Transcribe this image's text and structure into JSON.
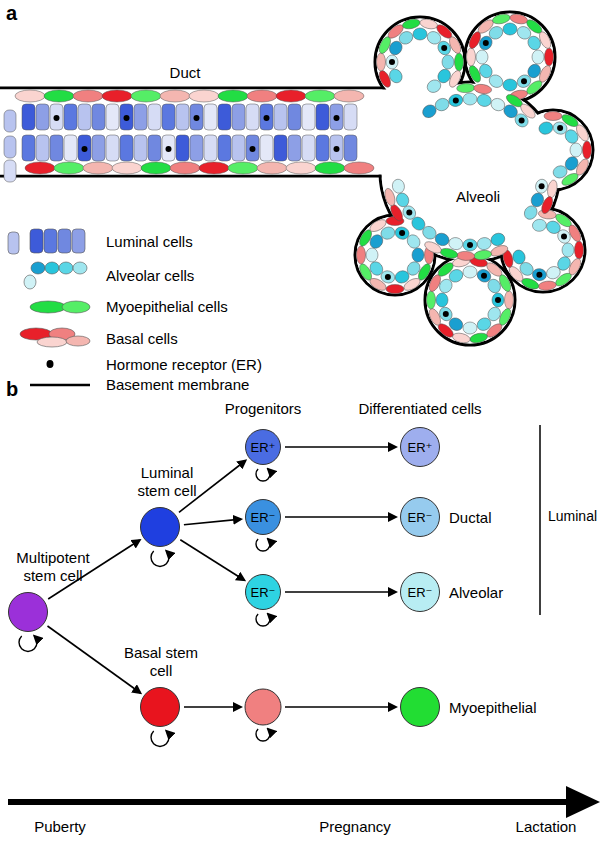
{
  "diagram": {
    "nodes": [
      {
        "text": [
          "Multipotent stem cell"
        ]
      },
      {
        "text": [
          "Luminal stem cell"
        ]
      },
      {
        "text": [
          "Basal stem cell"
        ]
      },
      {
        "text": [
          "ER⁺"
        ]
      },
      {
        "text": [
          "ER⁻"
        ]
      },
      {
        "text": [
          "ER⁻"
        ]
      },
      {
        "text": [
          "ER⁺"
        ]
      },
      {
        "text": [
          "ER⁻",
          "Ductal"
        ]
      },
      {
        "text": [
          "ER⁻",
          "Alveolar"
        ]
      },
      {
        "text": [
          "Myoepithelial"
        ]
      }
    ],
    "edges": [
      {
        "from": 0,
        "to": 1,
        "arrow": "to"
      },
      {
        "from": 0,
        "to": 2,
        "arrow": "to"
      },
      {
        "from": 1,
        "to": 3,
        "arrow": "to"
      },
      {
        "from": 1,
        "to": 4,
        "arrow": "to"
      },
      {
        "from": 1,
        "to": 5,
        "arrow": "to"
      },
      {
        "from": 3,
        "to": 6,
        "arrow": "to"
      },
      {
        "from": 4,
        "to": 7,
        "arrow": "to"
      },
      {
        "from": 5,
        "to": 8,
        "arrow": "to"
      }
    ],
    "labels": [
      "a",
      "Duct",
      "Alveoli",
      "b",
      "Progenitors",
      "Differentiated cells",
      "Luminal",
      "Puberty",
      "Pregnancy",
      "Lactation"
    ],
    "legend": [
      {
        "text": "Luminal cells"
      },
      {
        "text": "Alveolar cells"
      },
      {
        "text": "Myoepithelial cells"
      },
      {
        "text": "Basal cells"
      },
      {
        "text": "Hormone receptor (ER)"
      },
      {
        "text": "Basement membrane"
      }
    ]
  }
}
